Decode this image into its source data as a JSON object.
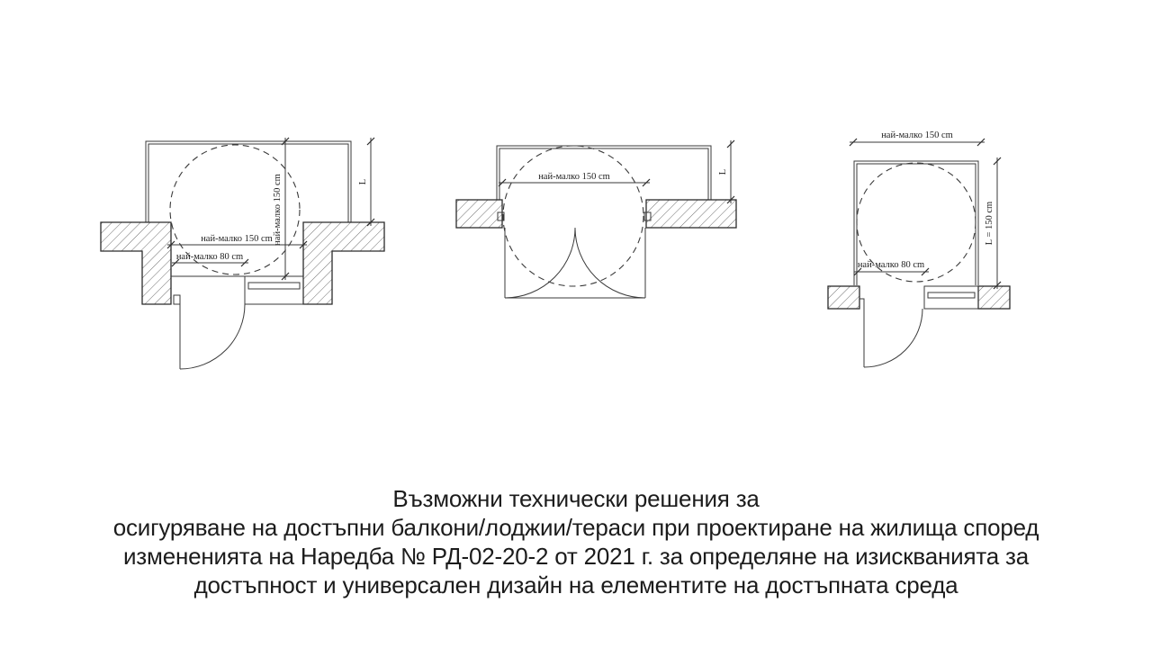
{
  "page": {
    "background": "#ffffff",
    "line_color": "#2b2b2b",
    "hatch_color": "#4a4a4a",
    "text_color": "#1c1c1c"
  },
  "caption": {
    "lines": [
      "Възможни технически решения за",
      "осигуряване на достъпни балкони/лоджии/тераси при проектиране на жилища според",
      "измененията на Наредба № РД-02-20-2 от 2021 г. за определяне на изискванията за",
      "достъпност и универсален дизайн на елементите на достъпната среда"
    ]
  },
  "diagrams": {
    "d1": {
      "title": "recessed balcony with single door and window",
      "dim_width": "най-малко 150 cm",
      "dim_door": "най-малко 80 cm",
      "dim_depth": "най-малко 150 cm",
      "dim_length": "L"
    },
    "d2": {
      "title": "open balcony with double door",
      "dim_width": "най-малко 150 cm",
      "dim_length": "L"
    },
    "d3": {
      "title": "projecting balcony with single door and window",
      "dim_width": "най-малко 150 cm",
      "dim_door": "най-малко 80 cm",
      "dim_length": "L = 150 cm"
    }
  }
}
